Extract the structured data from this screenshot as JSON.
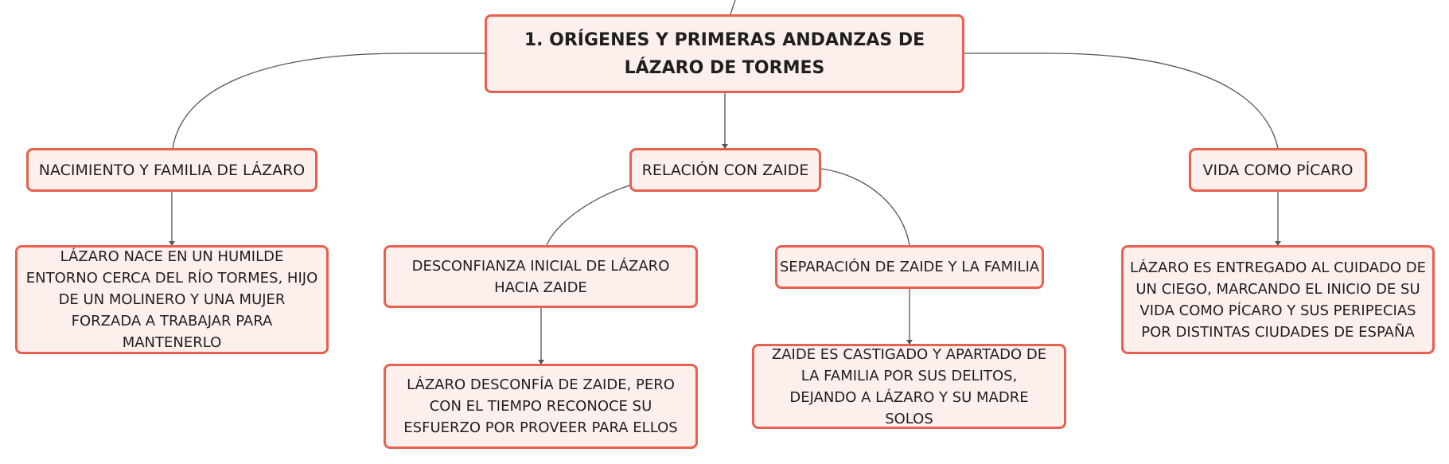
{
  "colors": {
    "node_border": "#e8604f",
    "node_fill": "#fdf0ec",
    "connector": "#555555",
    "text": "#1f1f1f"
  },
  "mindmap": {
    "root": {
      "label": "1. ORÍGENES Y PRIMERAS ANDANZAS DE LÁZARO DE TORMES"
    },
    "branches": [
      {
        "label": "NACIMIENTO Y FAMILIA DE LÁZARO",
        "detail": "LÁZARO NACE EN UN HUMILDE ENTORNO CERCA DEL RÍO TORMES, HIJO DE UN MOLINERO Y UNA MUJER FORZADA A TRABAJAR PARA MANTENERLO"
      },
      {
        "label": "RELACIÓN CON ZAIDE",
        "children": [
          {
            "label": "DESCONFIANZA INICIAL DE LÁZARO HACIA ZAIDE",
            "detail": "LÁZARO DESCONFÍA DE ZAIDE, PERO CON EL TIEMPO RECONOCE SU ESFUERZO POR PROVEER PARA ELLOS"
          },
          {
            "label": "SEPARACIÓN DE ZAIDE Y LA FAMILIA",
            "detail": "ZAIDE ES CASTIGADO Y APARTADO DE LA FAMILIA POR SUS DELITOS, DEJANDO A LÁZARO Y SU MADRE SOLOS"
          }
        ]
      },
      {
        "label": "VIDA COMO PÍCARO",
        "detail": "LÁZARO ES ENTREGADO AL CUIDADO DE UN CIEGO, MARCANDO EL INICIO DE SU VIDA COMO PÍCARO Y SUS PERIPECIAS POR DISTINTAS CIUDADES DE ESPAÑA"
      }
    ]
  }
}
